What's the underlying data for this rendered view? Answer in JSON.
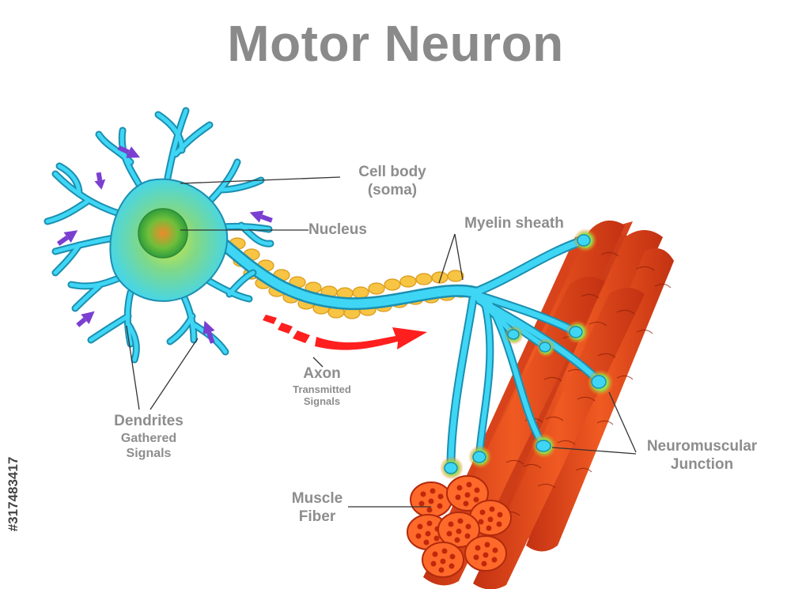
{
  "title": "Motor Neuron",
  "labels": {
    "cell_body": {
      "line1": "Cell body",
      "line2": "(soma)"
    },
    "nucleus": "Nucleus",
    "myelin_sheath": "Myelin sheath",
    "axon": {
      "main": "Axon",
      "sub1": "Transmitted",
      "sub2": "Signals"
    },
    "dendrites": {
      "main": "Dendrites",
      "sub1": "Gathered",
      "sub2": "Signals"
    },
    "neuromuscular_junction": {
      "line1": "Neuromuscular",
      "line2": "Junction"
    },
    "muscle_fiber": {
      "line1": "Muscle",
      "line2": "Fiber"
    }
  },
  "stock_id": "#317483417",
  "colors": {
    "neuron": "#3fd6f5",
    "neuron_outline": "#1b8fb0",
    "myelin": "#f7c443",
    "muscle": "#e0431a",
    "signal_arrow": "#ff1f1f",
    "dendrite_arrow": "#7a3fd0",
    "label_text": "#8d8d8d"
  }
}
